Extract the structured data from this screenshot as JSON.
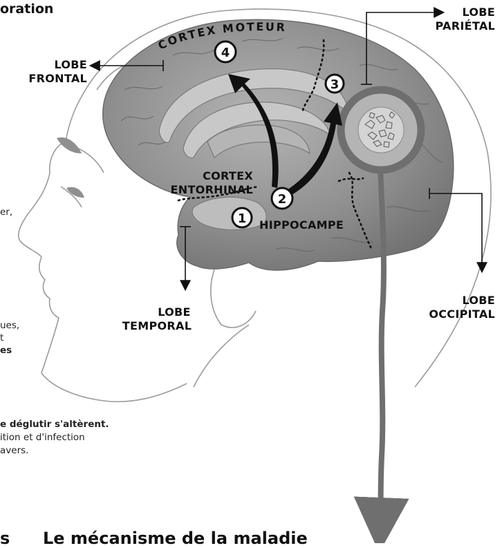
{
  "page": {
    "title_fragment": "oration",
    "bottom_fragment": "s",
    "bottom_title": "Le mécanisme de la maladie"
  },
  "side_text": {
    "fragment_1": "er,",
    "fragment_2": "ues,",
    "fragment_3": "t",
    "fragment_4": "es",
    "swallow_bold": "e déglutir s'altèrent.",
    "swallow_line_2": "ition et d'infection",
    "swallow_line_3": "avers."
  },
  "diagram": {
    "lobes": {
      "frontal": [
        "LOBE",
        "FRONTAL"
      ],
      "parietal": [
        "LOBE",
        "PARIÉTAL"
      ],
      "temporal": [
        "LOBE",
        "TEMPORAL"
      ],
      "occipital": [
        "LOBE",
        "OCCIPITAL"
      ]
    },
    "regions": {
      "cortex_moteur": "CORTEX MOTEUR",
      "cortex_entorhinal": [
        "CORTEX",
        "ENTORHINAL"
      ],
      "hippocampe": "HIPPOCAMPE"
    },
    "steps": [
      "1",
      "2",
      "3",
      "4"
    ],
    "colors": {
      "brain": "#8f8f8f",
      "brain_dark": "#6a6a6a",
      "lens_ring": "#6f6f6f",
      "arrow": "#111111",
      "outline": "#9a9a9a"
    }
  }
}
